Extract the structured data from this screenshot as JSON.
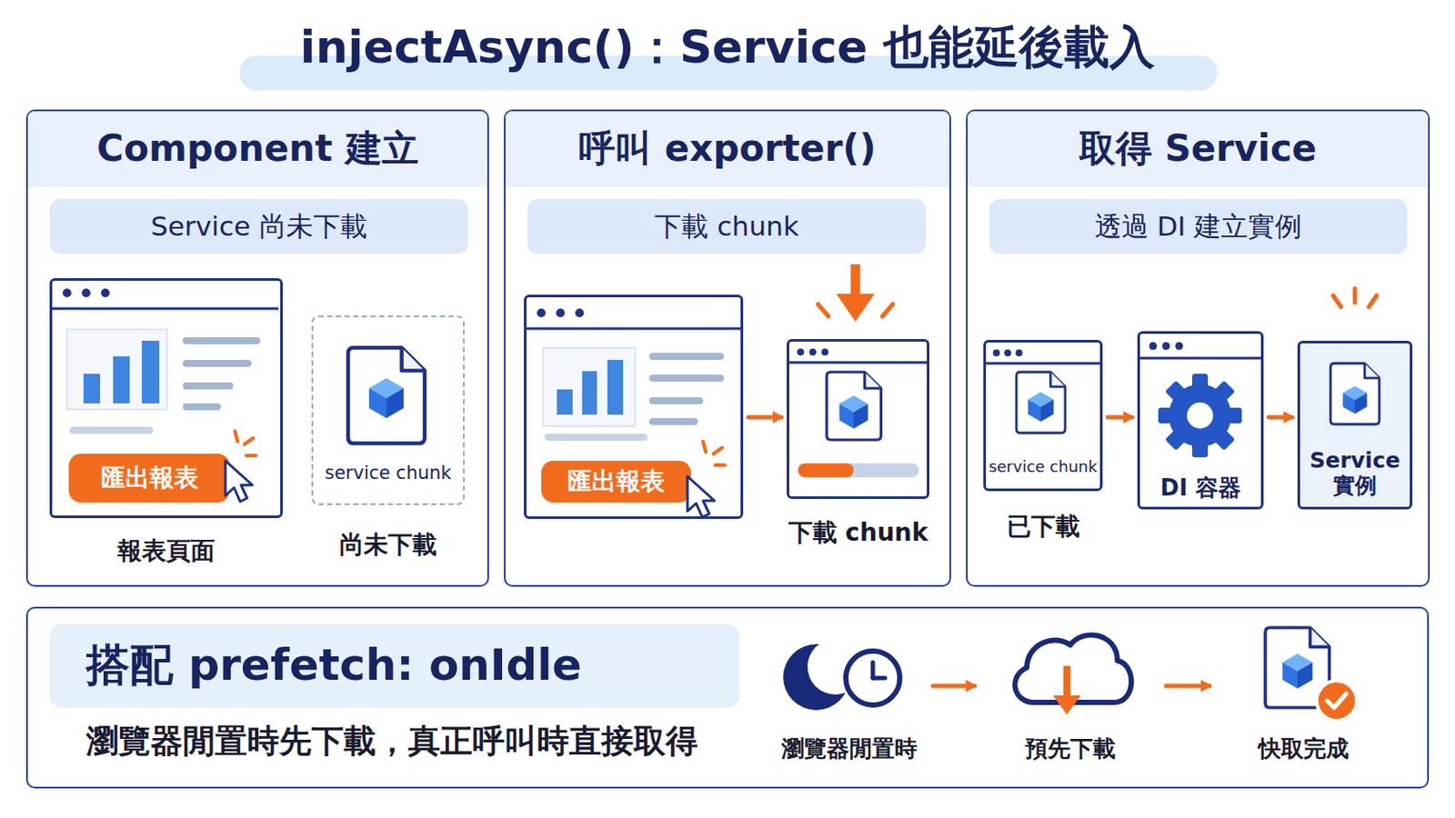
{
  "diagram": {
    "title": "injectAsync()：Service 也能延後載入",
    "nodes": [
      {
        "text": [
          "Component 建立"
        ]
      },
      {
        "text": [
          "Service 尚未下載"
        ],
        "in": 0
      },
      {
        "text": [
          "報表頁面"
        ],
        "in": 0
      },
      {
        "text": [
          "匯出報表"
        ],
        "in": 2
      },
      {
        "text": [
          "service chunk",
          "尚未下載"
        ],
        "in": 0
      },
      {
        "text": [
          "呼叫 exporter()"
        ]
      },
      {
        "text": [
          "下載 chunk"
        ],
        "in": 5
      },
      {
        "text": [],
        "in": 5
      },
      {
        "text": [
          "匯出報表"
        ],
        "in": 7
      },
      {
        "text": [
          "下載 chunk"
        ],
        "in": 5
      },
      {
        "text": [
          "取得 Service"
        ]
      },
      {
        "text": [
          "透過 DI 建立實例"
        ],
        "in": 10
      },
      {
        "text": [
          "service chunk",
          "已下載"
        ],
        "in": 10
      },
      {
        "text": [
          "DI 容器"
        ],
        "in": 10
      },
      {
        "text": [
          "Service 實例"
        ],
        "in": 10
      },
      {
        "text": [
          "搭配 prefetch: onIdle",
          "瀏覽器閒置時先下載，真正呼叫時直接取得"
        ]
      },
      {
        "text": [
          "瀏覽器閒置時"
        ],
        "in": 15
      },
      {
        "text": [
          "預先下載"
        ],
        "in": 15
      },
      {
        "text": [
          "快取完成"
        ],
        "in": 15
      }
    ],
    "edges": [
      {
        "from": 7,
        "to": 9,
        "arrow": "to"
      },
      {
        "from": 12,
        "to": 13,
        "arrow": "to"
      },
      {
        "from": 13,
        "to": 14,
        "arrow": "to"
      },
      {
        "from": 16,
        "to": 17,
        "arrow": "to"
      },
      {
        "from": 17,
        "to": 18,
        "arrow": "to"
      }
    ]
  }
}
